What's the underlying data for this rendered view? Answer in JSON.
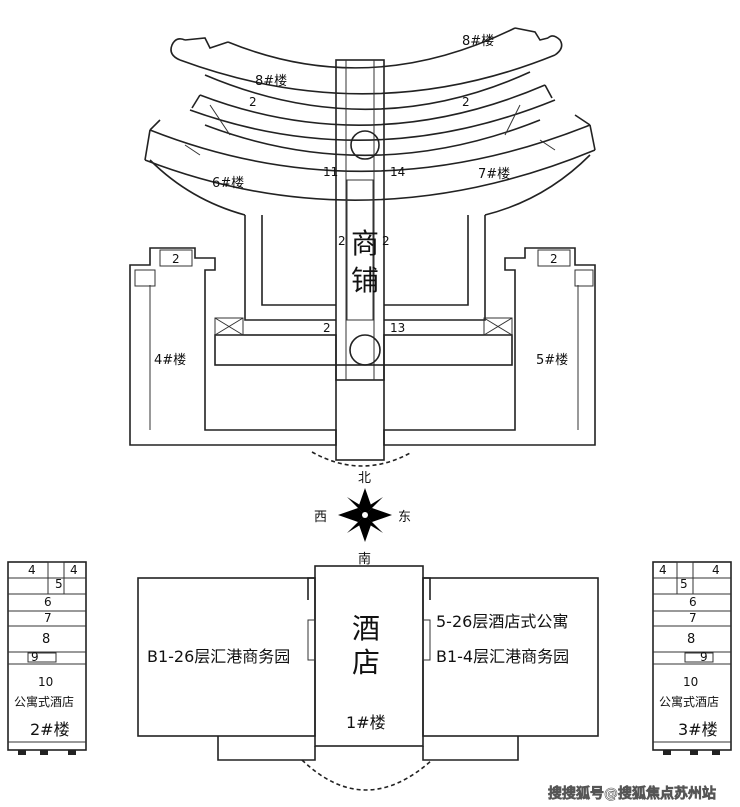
{
  "north_buildings": {
    "b8_top": "8#楼",
    "b8_mid": "8#楼",
    "b6": "6#楼",
    "b7": "7#楼",
    "b4": "4#楼",
    "b5": "5#楼",
    "shops": [
      "商",
      "铺"
    ],
    "num_2_a": "2",
    "num_2_b": "2",
    "num_2_c": "2",
    "num_2_d": "2",
    "num_2_e": "2",
    "num_2_f": "2",
    "marker_11": "11",
    "marker_14": "14",
    "marker_12": "2",
    "marker_13": "13"
  },
  "compass": {
    "north": "北",
    "south": "南",
    "west": "西",
    "east": "东"
  },
  "building1": {
    "left_label": "B1-26层汇港商务园",
    "right_label_1": "5-26层酒店式公寓",
    "right_label_2": "B1-4层汇港商务园",
    "hotel": [
      "酒",
      "店"
    ],
    "name": "1#楼"
  },
  "building2": {
    "floors": [
      "4",
      "5",
      "4",
      "6",
      "7",
      "8",
      "9",
      "10"
    ],
    "type": "公寓式酒店",
    "name": "2#楼"
  },
  "building3": {
    "floors": [
      "4",
      "5",
      "4",
      "6",
      "7",
      "8",
      "9",
      "10"
    ],
    "type": "公寓式酒店",
    "name": "3#楼"
  },
  "watermark": "搜搜狐号@搜狐焦点苏州站"
}
